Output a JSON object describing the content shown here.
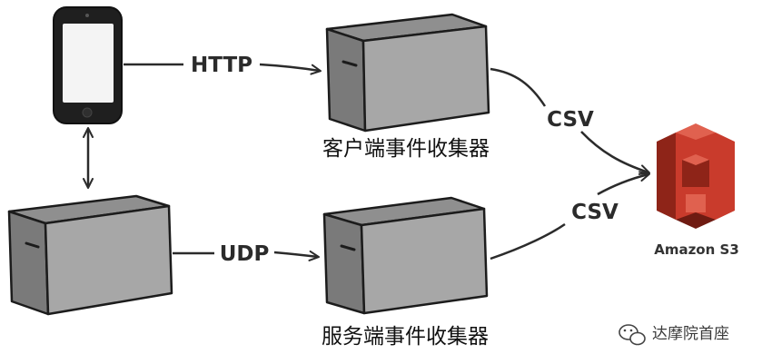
{
  "diagram": {
    "edges": {
      "phone_to_client": {
        "label": "HTTP"
      },
      "server_to_collector": {
        "label": "UDP"
      },
      "client_to_s3": {
        "label": "CSV"
      },
      "collector_to_s3": {
        "label": "CSV"
      }
    },
    "nodes": {
      "mobile_phone": {
        "icon": "smartphone-icon"
      },
      "app_server": {
        "icon": "server-box-icon"
      },
      "client_collector": {
        "label": "客户端事件收集器",
        "icon": "server-box-icon"
      },
      "server_collector": {
        "label": "服务端事件收集器",
        "icon": "server-box-icon"
      },
      "s3": {
        "label": "Amazon S3",
        "icon": "amazon-s3-icon"
      }
    },
    "watermark": {
      "text": "达摩院首座",
      "icon": "wechat-icon"
    }
  },
  "colors": {
    "box_front": "#a7a7a7",
    "box_top": "#8f8f8f",
    "box_side": "#7a7a7a",
    "outline": "#1c1c1c",
    "s3_red": "#c93b2c",
    "s3_dark_red": "#8e2418",
    "s3_light_red": "#e0614f"
  }
}
